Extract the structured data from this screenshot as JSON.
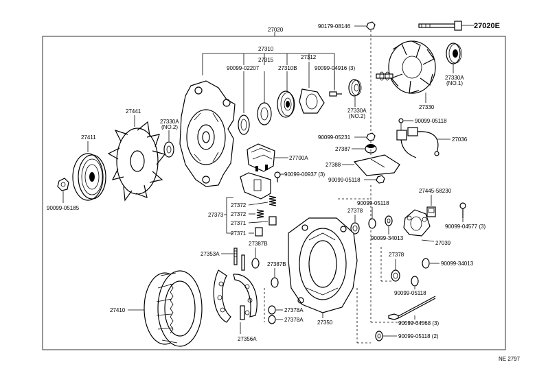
{
  "diagram": {
    "footer_code": "NE 2797",
    "labels": {
      "p27020": "27020",
      "p27020E": "27020E",
      "p90179_08146": "90179-08146",
      "p27310": "27310",
      "p27315": "27315",
      "p27312": "27312",
      "p90099_02207": "90099-02207",
      "p27310B": "27310B",
      "p90099_04916_3": "90099-04916 (3)",
      "p27330A_no1_a": "27330A",
      "p27330A_no1_b": "(NO.1)",
      "p27330": "27330",
      "p27330A_no2_right_a": "27330A",
      "p27330A_no2_right_b": "(NO.2)",
      "p27441": "27441",
      "p27330A_no2_left_a": "27330A",
      "p27330A_no2_left_b": "(NO.2)",
      "p27411": "27411",
      "p90099_05231": "90099-05231",
      "p90099_05118_top": "90099-05118",
      "p27036": "27036",
      "p27387": "27387",
      "p27700A": "27700A",
      "p27388": "27388",
      "p90099_00937_3": "90099-00937 (3)",
      "p90099_05118_mid": "90099-05118",
      "p90099_05185": "90099-05185",
      "p27445_58230": "27445-58230",
      "p27378_top": "27378",
      "p90099_05118_center": "90099-05118",
      "p27372_a": "27372",
      "p27373": "27373",
      "p27372_b": "27372",
      "p27371_a": "27371",
      "p27371_b": "27371",
      "p90099_04577_3": "90099-04577 (3)",
      "p90099_34013_a": "90099-34013",
      "p27039": "27039",
      "p27353A": "27353A",
      "p27387B_a": "27387B",
      "p27378_right": "27378",
      "p90099_34013_b": "90099-34013",
      "p27387B_b": "27387B",
      "p90099_05118_lower": "90099-05118",
      "p27410": "27410",
      "p27378A_a": "27378A",
      "p27378A_b": "27378A",
      "p27350": "27350",
      "p90099_04568_3": "90099-04568 (3)",
      "p27356A": "27356A",
      "p90099_05118_2": "90099-05118 (2)"
    }
  }
}
